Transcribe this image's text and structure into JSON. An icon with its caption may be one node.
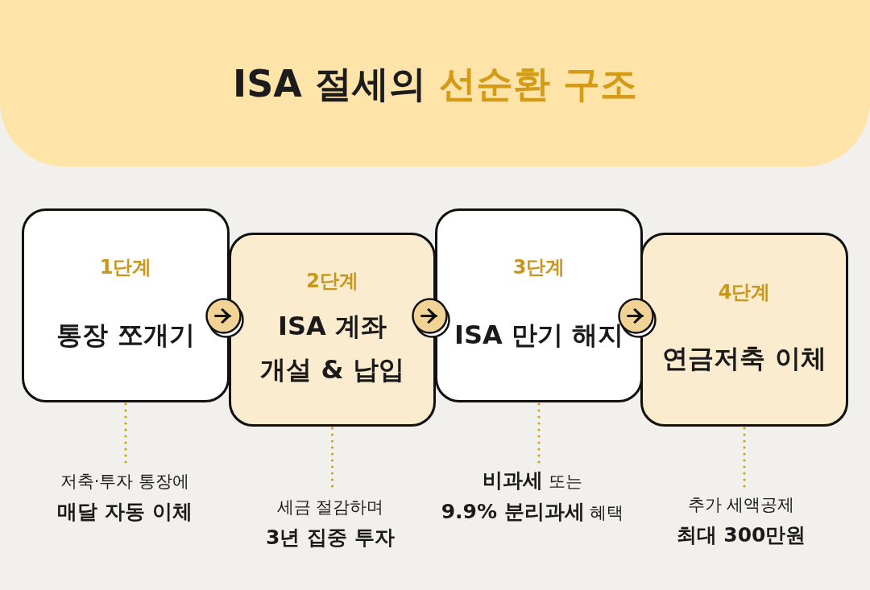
{
  "diagram": {
    "title": "ISA 절세의 **선순환 구조**",
    "nodes": [
      {
        "text": [
          "1단계",
          "통장 쪼개기"
        ]
      },
      {
        "text": [
          "2단계",
          "ISA 계좌 개설 & 납입"
        ]
      },
      {
        "text": [
          "3단계",
          "ISA 만기 해지"
        ]
      },
      {
        "text": [
          "4단계",
          "연금저축 이체"
        ]
      },
      {
        "text": [
          "저축·투자 통장에",
          "매달 자동 이체"
        ]
      },
      {
        "text": [
          "세금 절감하며",
          "3년 집중 투자"
        ]
      },
      {
        "text": [
          "**비과세** 또는",
          "**9.9% 분리과세** 혜택"
        ]
      },
      {
        "text": [
          "추가 세액공제",
          "최대 300만원"
        ]
      }
    ],
    "edges": [
      {
        "from": 0,
        "to": 1,
        "arrow": "to",
        "color": "#111111"
      },
      {
        "from": 1,
        "to": 2,
        "arrow": "to",
        "color": "#111111"
      },
      {
        "from": 2,
        "to": 3,
        "arrow": "to",
        "color": "#111111"
      },
      {
        "from": 0,
        "to": 4,
        "arrow": "none",
        "style": "dashed"
      },
      {
        "from": 1,
        "to": 5,
        "arrow": "none",
        "style": "dashed"
      },
      {
        "from": 2,
        "to": 6,
        "arrow": "none",
        "style": "dashed"
      },
      {
        "from": 3,
        "to": 7,
        "arrow": "none",
        "style": "dashed"
      }
    ]
  }
}
